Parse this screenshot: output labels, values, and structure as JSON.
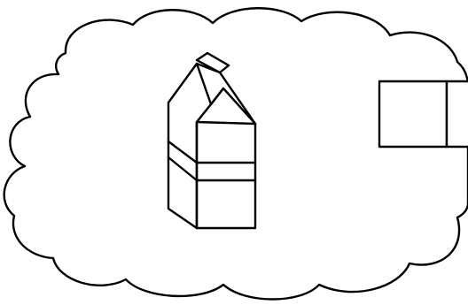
{
  "diagram": {
    "background_color": "#ffffff",
    "ink_color": "#000000",
    "shapes": [
      {
        "kind": "cloud-outline",
        "name": "thought-cloud"
      },
      {
        "kind": "stacked-boxes",
        "name": "carton-stack"
      },
      {
        "kind": "box",
        "name": "partial-box-right"
      }
    ]
  }
}
